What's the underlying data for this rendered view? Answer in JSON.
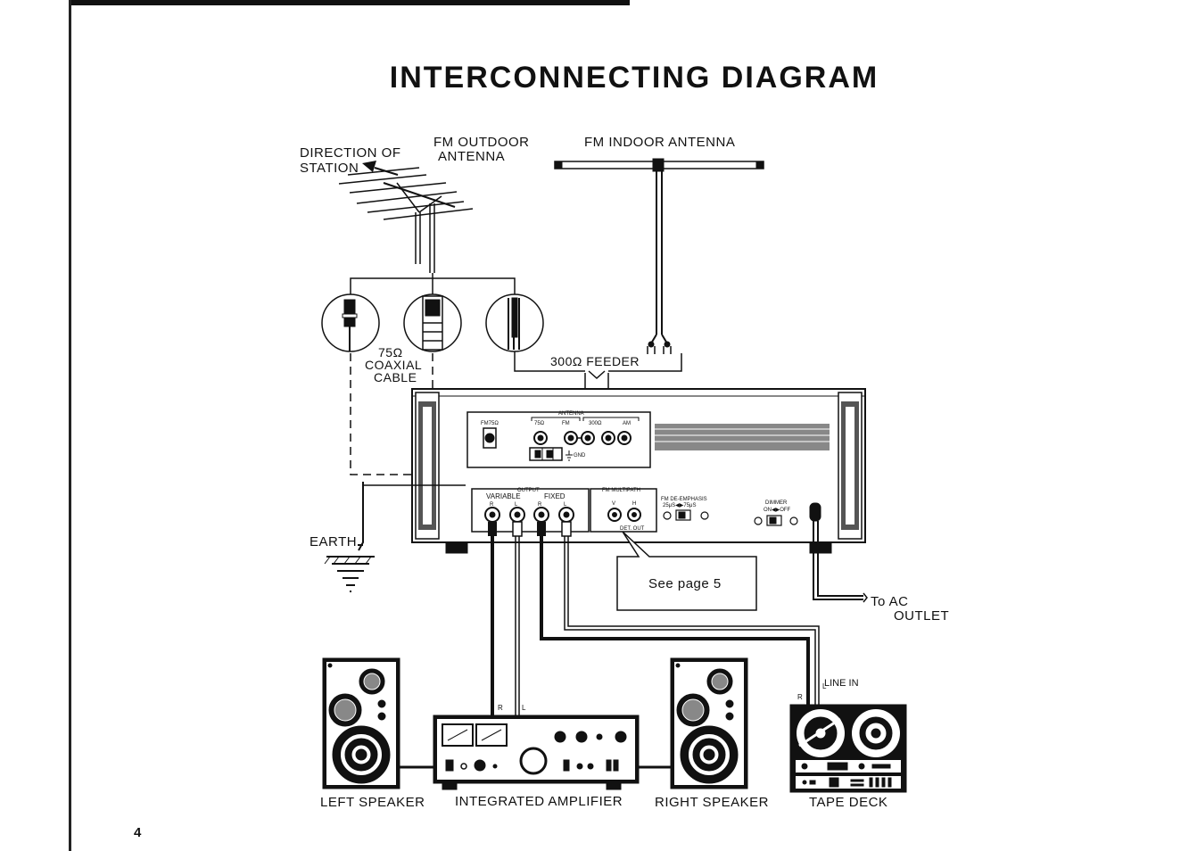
{
  "page": {
    "title": "INTERCONNECTING DIAGRAM",
    "page_number": "4"
  },
  "labels": {
    "direction_line1": "DIRECTION OF",
    "direction_line2": "STATION",
    "fm_outdoor_line1": "FM OUTDOOR",
    "fm_outdoor_line2": "ANTENNA",
    "fm_indoor": "FM INDOOR ANTENNA",
    "coax_line1": "75Ω",
    "coax_line2": "COAXIAL",
    "coax_line3": "CABLE",
    "feeder": "300Ω FEEDER",
    "earth": "EARTH",
    "see_page": "See page 5",
    "ac_line1": "To AC",
    "ac_line2": "OUTLET",
    "line_in": "LINE IN",
    "amp_r": "R",
    "amp_l": "L",
    "deck_r": "R",
    "deck_l": "L"
  },
  "panel": {
    "antenna_group": "ANTENNA",
    "fm75_left": "FM75Ω",
    "ant_75": "75Ω",
    "ant_fm": "FM",
    "ant_300": "300Ω",
    "ant_am": "AM",
    "gnd": "GND",
    "output_group": "OUTPUT",
    "variable": "VARIABLE",
    "fixed": "FIXED",
    "var_r": "R",
    "var_l": "L",
    "fix_r": "R",
    "fix_l": "L",
    "multipath": "FM MULTIPATH",
    "mp_v": "V",
    "mp_h": "H",
    "det_out": "DET. OUT",
    "deemph_line1": "FM DE-EMPHASIS",
    "deemph_line2": "25μS◀▶75μS",
    "dimmer_line1": "DIMMER",
    "dimmer_line2": "ON◀▶OFF"
  },
  "components": {
    "left_speaker": "LEFT SPEAKER",
    "amplifier": "INTEGRATED AMPLIFIER",
    "right_speaker": "RIGHT SPEAKER",
    "tape_deck": "TAPE DECK"
  },
  "icons": {
    "outdoor_antenna": "yagi-antenna-icon",
    "indoor_antenna": "dipole-antenna-icon",
    "direction_arrow": "arrow-up-left-icon",
    "earth": "ground-symbol-icon"
  },
  "colors": {
    "ink": "#111111",
    "paper": "#ffffff"
  }
}
